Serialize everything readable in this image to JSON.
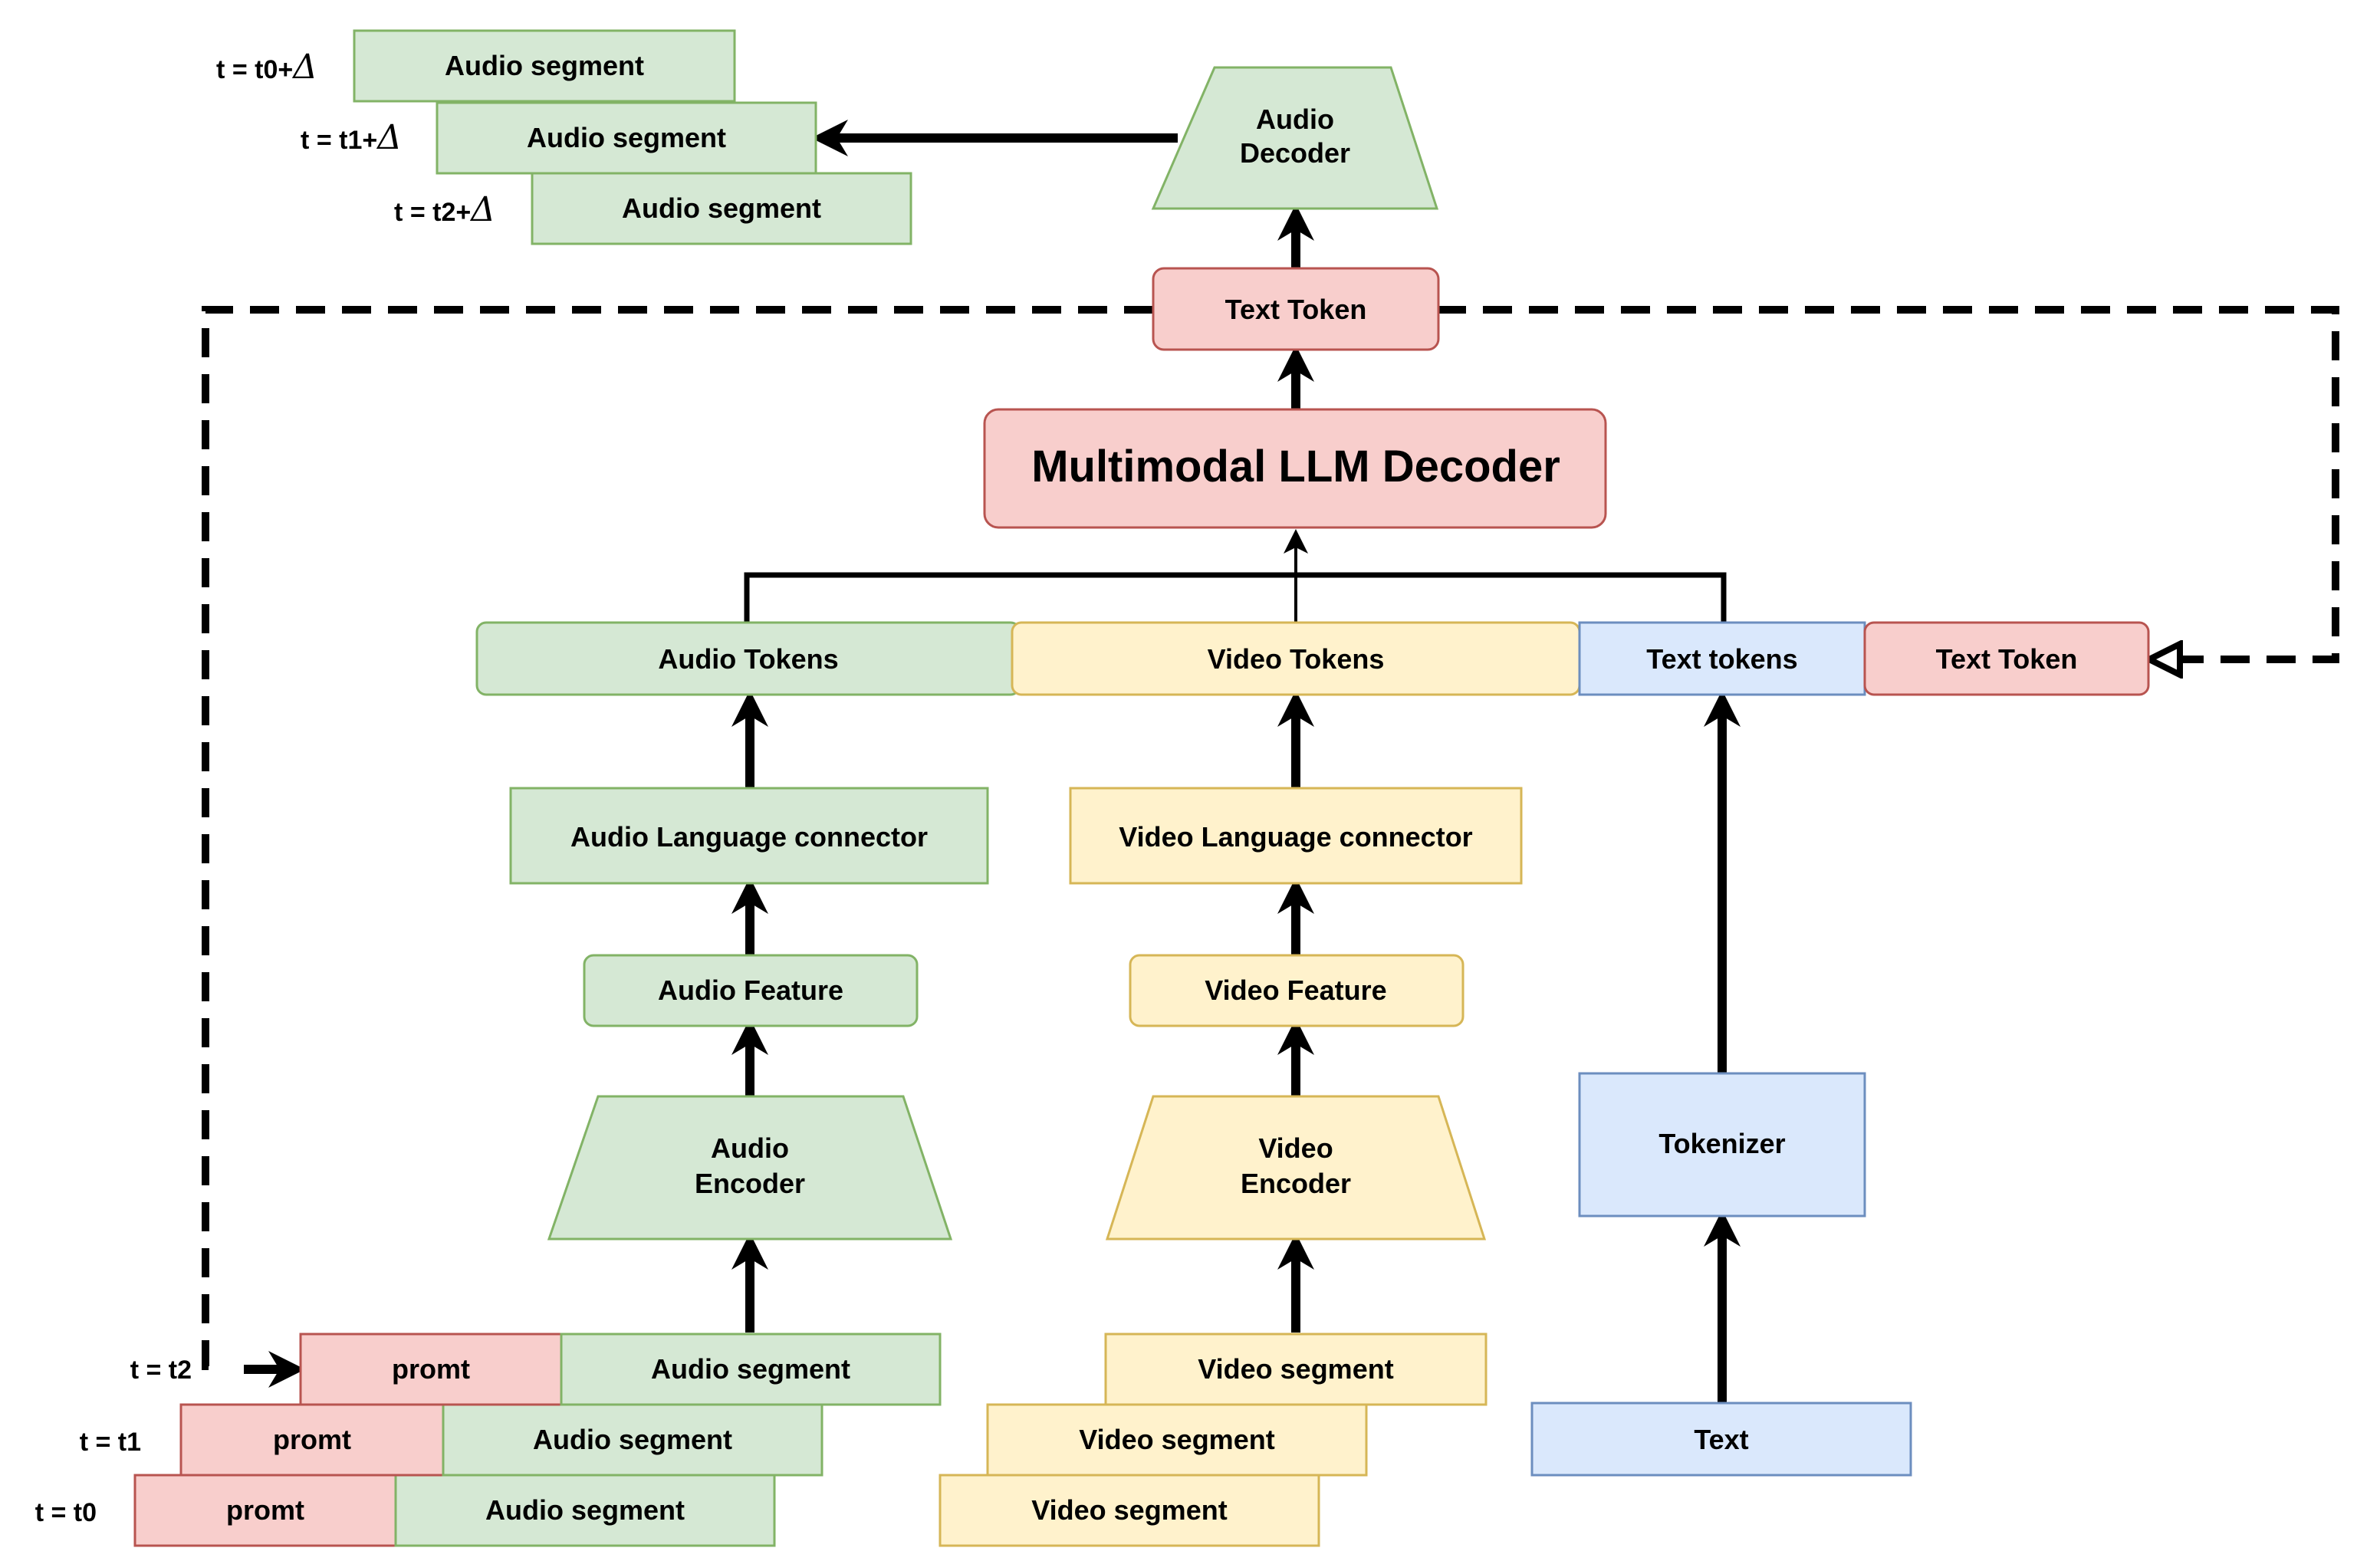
{
  "colors": {
    "green_fill": "#d5e8d4",
    "green_stroke": "#82b366",
    "yellow_fill": "#fff2cc",
    "yellow_stroke": "#d6b656",
    "blue_fill": "#dae8fc",
    "blue_stroke": "#6c8ebf",
    "red_fill": "#f8cecc",
    "red_stroke": "#b85450",
    "arrow": "#000000"
  },
  "output": {
    "audio_decoder": [
      "Audio",
      "Decoder"
    ],
    "text_token": "Text Token",
    "segments": [
      "Audio segment",
      "Audio segment",
      "Audio segment"
    ],
    "times": [
      {
        "prefix": "t = t0+",
        "delta": "Δ"
      },
      {
        "prefix": "t = t1+",
        "delta": "Δ"
      },
      {
        "prefix": "t = t2+",
        "delta": "Δ"
      }
    ]
  },
  "llm_decoder": "Multimodal LLM Decoder",
  "tokens": {
    "audio": "Audio Tokens",
    "video": "Video Tokens",
    "text": "Text tokens",
    "feedback_text_token": "Text Token"
  },
  "audio_branch": {
    "connector": "Audio Language connector",
    "feature": "Audio Feature",
    "encoder": [
      "Audio",
      "Encoder"
    ]
  },
  "video_branch": {
    "connector": "Video Language connector",
    "feature": "Video Feature",
    "encoder": [
      "Video",
      "Encoder"
    ]
  },
  "text_branch": {
    "tokenizer": "Tokenizer",
    "input": "Text"
  },
  "inputs": {
    "times": [
      "t = t2",
      "t = t1",
      "t = t0"
    ],
    "prompt": "promt",
    "audio_segment": "Audio segment",
    "video_segment": "Video segment"
  }
}
